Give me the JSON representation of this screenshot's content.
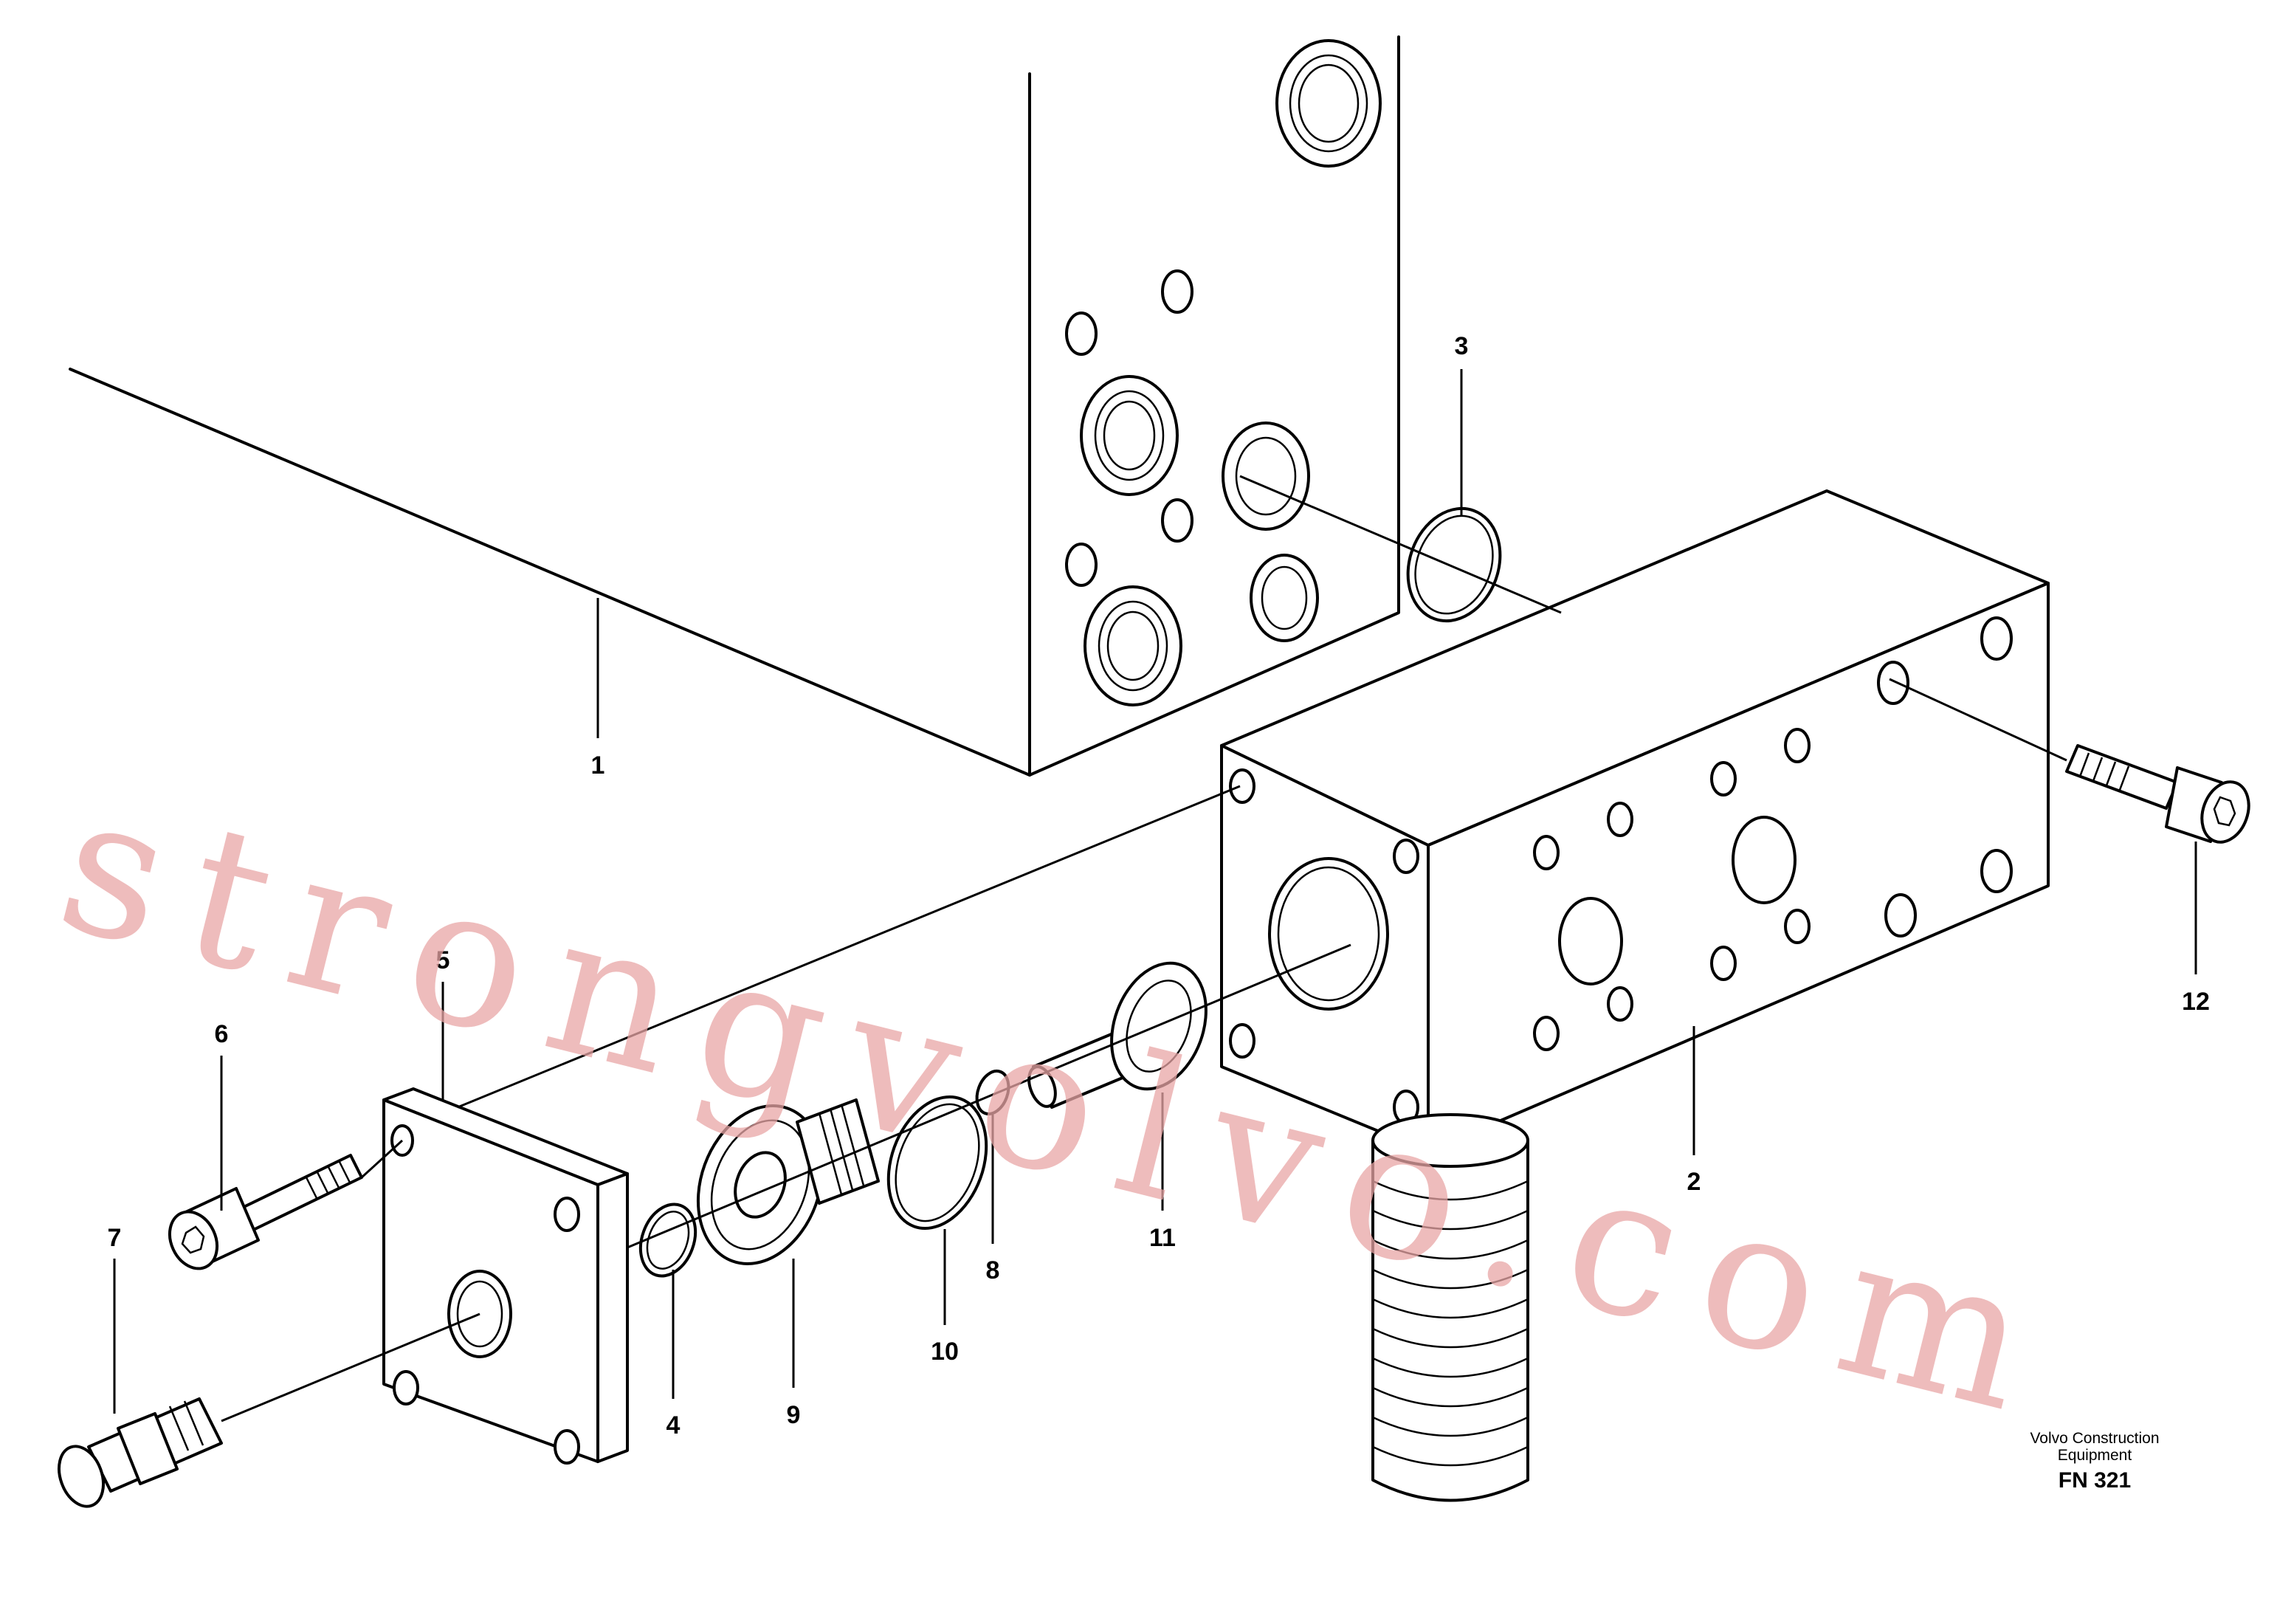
{
  "diagram": {
    "callouts": [
      {
        "id": "1",
        "label": "1"
      },
      {
        "id": "2",
        "label": "2"
      },
      {
        "id": "3",
        "label": "3"
      },
      {
        "id": "4",
        "label": "4"
      },
      {
        "id": "5",
        "label": "5"
      },
      {
        "id": "6",
        "label": "6"
      },
      {
        "id": "7",
        "label": "7"
      },
      {
        "id": "8",
        "label": "8"
      },
      {
        "id": "9",
        "label": "9"
      },
      {
        "id": "10",
        "label": "10"
      },
      {
        "id": "11",
        "label": "11"
      },
      {
        "id": "12",
        "label": "12"
      }
    ],
    "watermark": "strongvolvo.com",
    "footer": {
      "company_line1": "Volvo Construction",
      "company_line2": "Equipment",
      "figure_code": "FN 321"
    }
  }
}
